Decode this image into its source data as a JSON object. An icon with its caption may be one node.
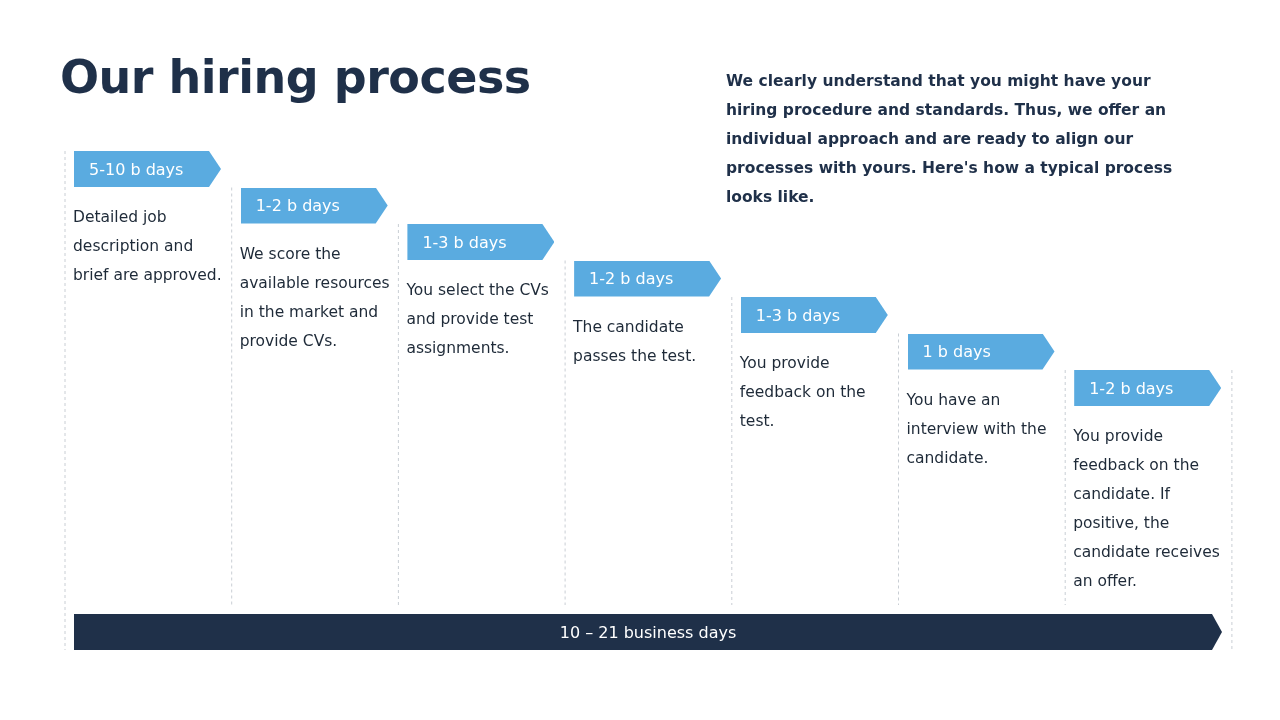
{
  "diagram": {
    "title": "Our hiring process",
    "nodes": [
      {
        "text": [
          "5-10 b days"
        ],
        "beside": [
          "Detailed job description and brief are approved."
        ]
      },
      {
        "text": [
          "1-2 b days"
        ],
        "beside": [
          "We score the available resources in the market and provide CVs."
        ]
      },
      {
        "text": [
          "1-3 b days"
        ],
        "beside": [
          "You select the CVs and provide test assignments."
        ]
      },
      {
        "text": [
          "1-2 b days"
        ],
        "beside": [
          "The candidate passes the test."
        ]
      },
      {
        "text": [
          "1-3 b days"
        ],
        "beside": [
          "You provide feedback on the test."
        ]
      },
      {
        "text": [
          "1 b days"
        ],
        "beside": [
          "You have an interview with the candidate."
        ]
      },
      {
        "text": [
          "1-2 b days"
        ],
        "beside": [
          "You provide feedback on the candidate. If positive, the candidate receives an offer."
        ]
      },
      {
        "text": [
          "10 – 21 business days"
        ]
      }
    ],
    "labels": [
      "We clearly understand that you might have your hiring procedure and standards. Thus, we offer an individual approach and are ready to align our processes with yours. Here's how a typical process looks like."
    ]
  }
}
